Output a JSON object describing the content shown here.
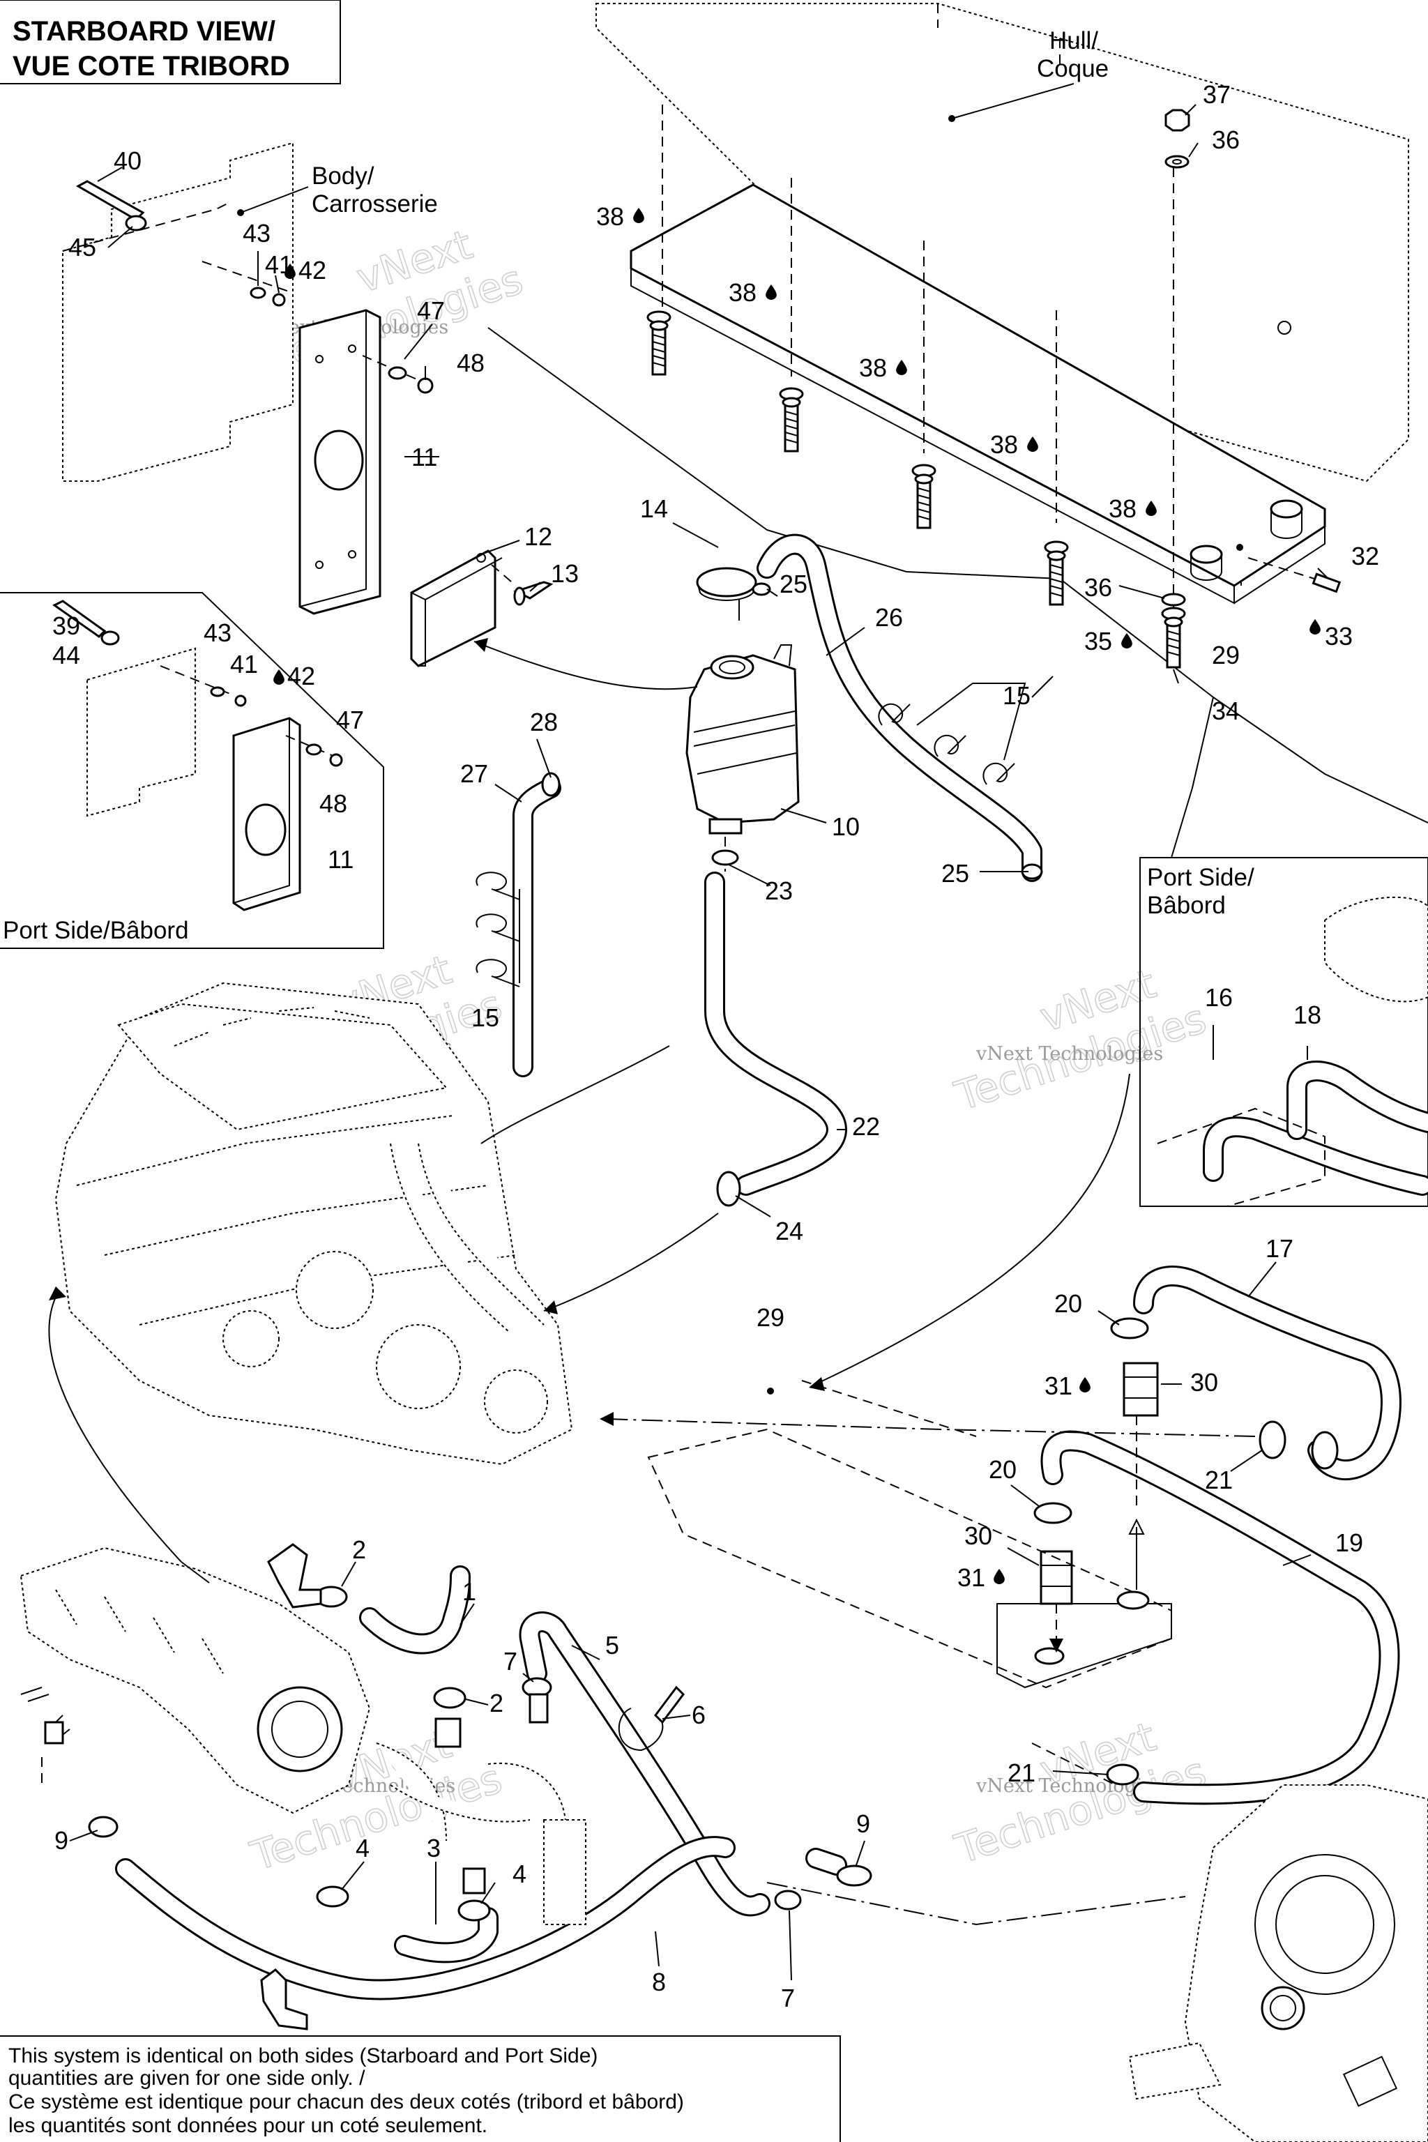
{
  "view_titles": {
    "starboard_line1": "STARBOARD VIEW/",
    "starboard_line2": "VUE COTE TRIBORD",
    "port_side_label": "Port Side/Bâbord",
    "port_side_inset_line1": "Port Side/",
    "port_side_inset_line2": "Bâbord"
  },
  "region_labels": {
    "hull_line1": "Hull/",
    "hull_line2": "Coque",
    "body_line1": "Body/",
    "body_line2": "Carrosserie"
  },
  "footnote": {
    "line1": "This system is identical on both sides (Starboard and Port Side)",
    "line2": "quantities are given for one side only. /",
    "line3": "Ce système est identique pour chacun des deux cotés (tribord et bâbord)",
    "line4": "les quantités sont données pour un coté seulement."
  },
  "watermark": {
    "company_line1": "vNext",
    "company_line2": "Technologies",
    "small": "vNext Technologies"
  },
  "callouts": {
    "c1": "1",
    "c2": "2",
    "c3": "3",
    "c4": "4",
    "c5": "5",
    "c6": "6",
    "c7": "7",
    "c8": "8",
    "c9": "9",
    "c10": "10",
    "c11": "11",
    "c12": "12",
    "c13": "13",
    "c14": "14",
    "c15": "15",
    "c16": "16",
    "c17": "17",
    "c18": "18",
    "c19": "19",
    "c20": "20",
    "c21": "21",
    "c22": "22",
    "c23": "23",
    "c24": "24",
    "c25": "25",
    "c26": "26",
    "c27": "27",
    "c28": "28",
    "c29": "29",
    "c30": "30",
    "c31": "31",
    "c32": "32",
    "c33": "33",
    "c34": "34",
    "c35": "35",
    "c36": "36",
    "c37": "37",
    "c38": "38",
    "c39": "39",
    "c40": "40",
    "c41": "41",
    "c42": "42",
    "c43": "43",
    "c44": "44",
    "c45": "45",
    "c47": "47",
    "c48": "48"
  }
}
